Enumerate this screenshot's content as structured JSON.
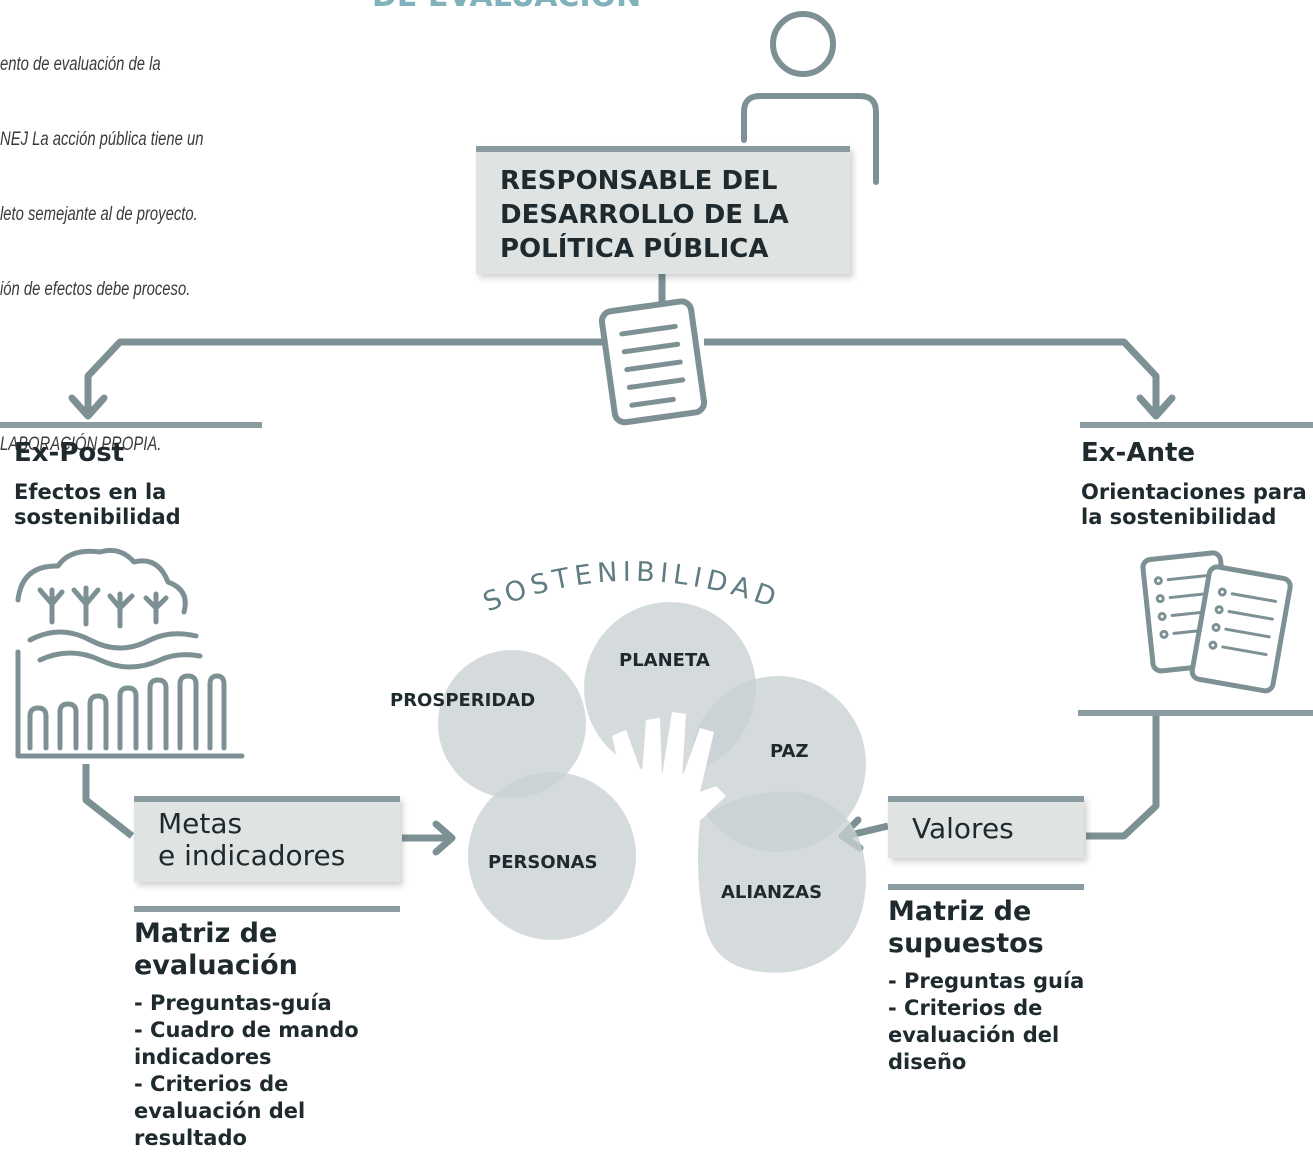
{
  "note": {
    "lines": [
      "ento de evaluación de la",
      "NEJ La acción pública tiene un",
      "leto semejante al de proyecto.",
      "ión de efectos debe proceso."
    ],
    "source": "LABORACIÓN PROPIA."
  },
  "title_fragment": "DE EVALUACIÓN",
  "responsible": {
    "lines": [
      "RESPONSABLE DEL",
      "DESARROLLO DE LA",
      "POLÍTICA PÚBLICA"
    ]
  },
  "expost": {
    "title": "Ex-Post",
    "subtitle": [
      "Efectos en la",
      "sostenibilidad"
    ]
  },
  "exante": {
    "title": "Ex-Ante",
    "subtitle": [
      "Orientaciones para",
      "la sostenibilidad"
    ]
  },
  "sustainability": {
    "arc_label": "SOSTENIBILIDAD",
    "circles": [
      "PROSPERIDAD",
      "PLANETA",
      "PAZ",
      "PERSONAS",
      "ALIANZAS"
    ]
  },
  "metas": {
    "lines": [
      "Metas",
      "e indicadores"
    ]
  },
  "valores": {
    "label": "Valores"
  },
  "matriz_eval": {
    "title": [
      "Matriz de",
      "evaluación"
    ],
    "items": [
      "- Preguntas-guía",
      "- Cuadro de mando",
      "indicadores",
      "- Criterios de",
      "evaluación del",
      "resultado"
    ]
  },
  "matriz_sup": {
    "title": [
      "Matriz de",
      "supuestos"
    ],
    "items": [
      "- Preguntas guía",
      "- Criterios de",
      "evaluación del",
      "diseño"
    ]
  },
  "colors": {
    "line": "#7d9195",
    "box": "#dfe4e3",
    "circle": "#c9d1d3",
    "text": "#1f2a2e"
  }
}
